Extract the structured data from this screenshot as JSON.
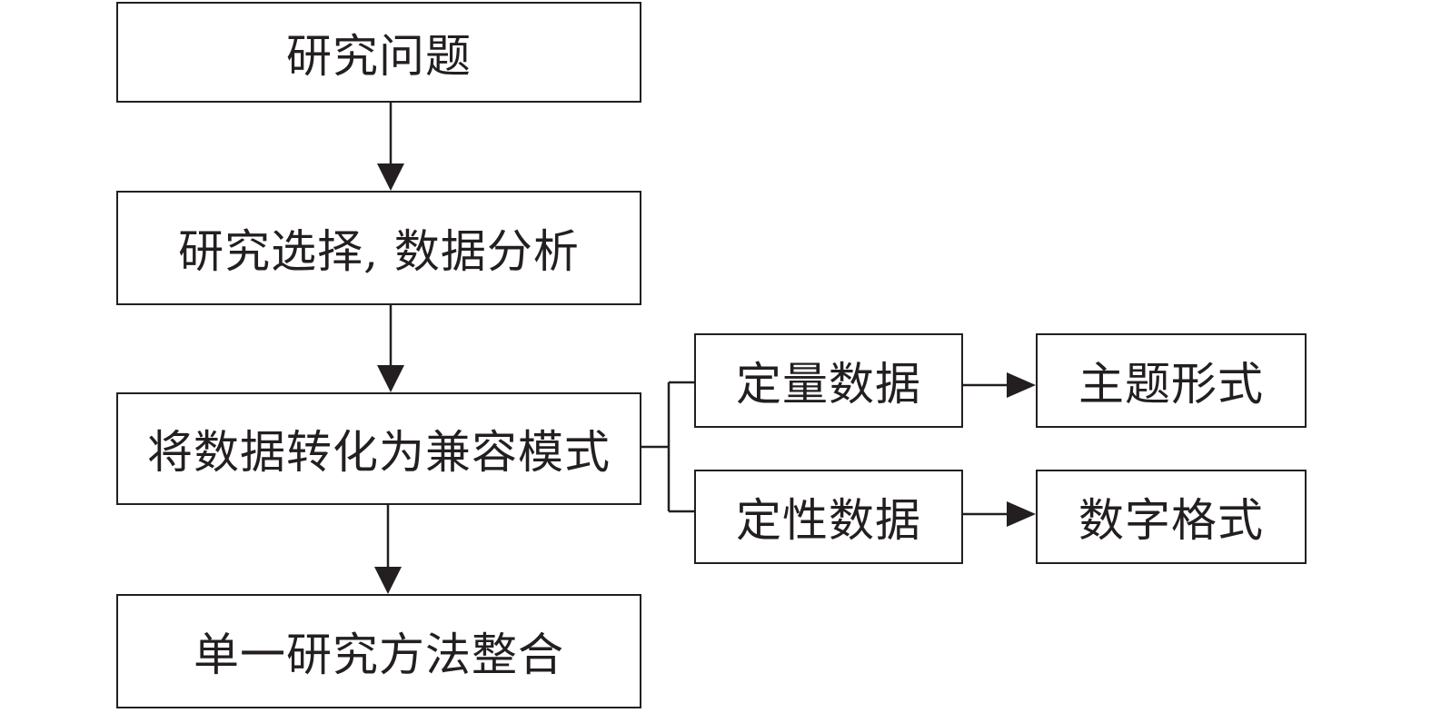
{
  "diagram": {
    "research_question": "研究问题",
    "study_selection": "研究选择, 数据分析",
    "convert_data": "将数据转化为兼容模式",
    "quantitative_data": "定量数据",
    "thematic_form": "主题形式",
    "qualitative_data": "定性数据",
    "numeric_form": "数字格式",
    "single_method_integration": "单一研究方法整合"
  },
  "colors": {
    "stroke": "#231f20",
    "background": "#ffffff"
  }
}
